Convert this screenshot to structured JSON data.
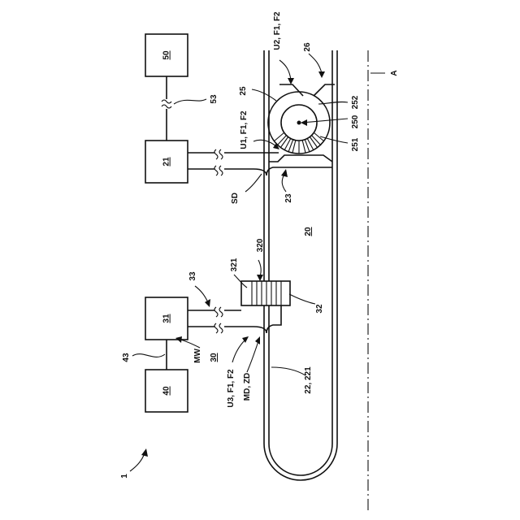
{
  "labels": {
    "fig_ref": "1",
    "block_50": "50",
    "block_21": "21",
    "block_31": "31",
    "block_40": "40",
    "link_53": "53",
    "link_43": "43",
    "ref_26": "26",
    "ref_25": "25",
    "ref_252": "252",
    "ref_250": "250",
    "ref_251": "251",
    "ref_23": "23",
    "ref_20": "20",
    "ref_320": "320",
    "ref_321": "321",
    "ref_33": "33",
    "ref_32": "32",
    "ref_30": "30",
    "ref_22_221": "22, 221",
    "u2_f1_f2": "U2, F1, F2",
    "u1_f1_f2": "U1, F1, F2",
    "u3_f1_f2": "U3, F1, F2",
    "sd": "SD",
    "md_zd": "MD, ZD",
    "mw": "MW",
    "axis_a": "A"
  }
}
